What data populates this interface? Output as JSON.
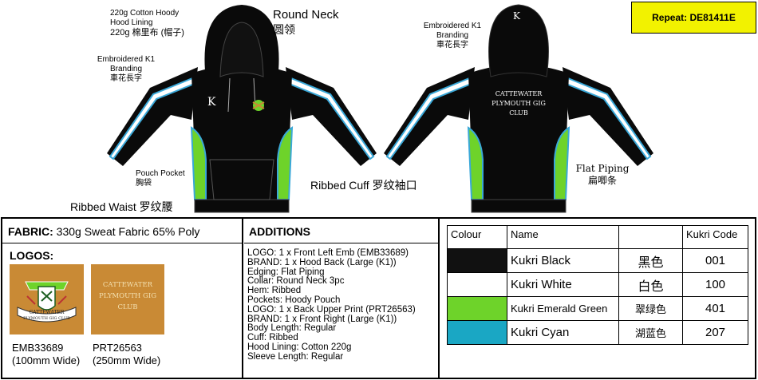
{
  "header": {
    "repeat_label": "Repeat: DE81411E"
  },
  "callouts": {
    "lining_en": "220g Cotton Hoody\nHood Lining",
    "lining_cn": "220g 棉里布 (帽子)",
    "neck_en": "Round Neck",
    "neck_cn": "圆领",
    "front_branding_en": "Embroidered K1\nBranding",
    "front_branding_cn": "車花長字",
    "back_branding_en": "Embroidered K1\nBranding",
    "back_branding_cn": "車花長字",
    "pouch_en": "Pouch Pocket",
    "pouch_cn": "胸袋",
    "waist_en": "Ribbed Waist",
    "waist_cn": "罗纹腰",
    "cuff_en": "Ribbed Cuff",
    "cuff_cn": "罗纹袖口",
    "piping_en": "Flat Piping",
    "piping_cn": "扁唧条",
    "back_print": "CATTEWATER\nPLYMOUTH GIG\nCLUB",
    "hood_mark": "K"
  },
  "fabric": {
    "label": "FABRIC:",
    "value": "330g Sweat Fabric 65% Poly"
  },
  "logos": {
    "title": "LOGOS:",
    "items": [
      {
        "code": "EMB33689",
        "size": "(100mm Wide)",
        "banner_text": "CATTEWATER\nPLYMOUTH GIG CLUB",
        "color": "#c98a35"
      },
      {
        "code": "PRT26563",
        "size": "(250mm Wide)",
        "print_text": "CATTEWATER\nPLYMOUTH GIG\nCLUB",
        "color": "#c98a35"
      }
    ]
  },
  "additions": {
    "title": "ADDITIONS",
    "lines": [
      "LOGO: 1 x Front Left Emb (EMB33689)",
      "BRAND: 1 x Hood Back (Large (K1))",
      "Edging: Flat Piping",
      "Collar: Round Neck 3pc",
      "Hem: Ribbed",
      "Pockets: Hoody Pouch",
      "LOGO: 1 x Back Upper Print (PRT26563)",
      "BRAND: 1 x Front Right (Large (K1))",
      "Body Length: Regular",
      "Cuff: Ribbed",
      "Hood Lining: Cotton 220g",
      "Sleeve Length: Regular"
    ]
  },
  "colours": {
    "headers": [
      "Colour",
      "Name",
      "",
      "Kukri Code"
    ],
    "rows": [
      {
        "swatch": "#111111",
        "name": "Kukri Black",
        "cn": "黑色",
        "code": "001"
      },
      {
        "swatch": "#ffffff",
        "name": "Kukri White",
        "cn": "白色",
        "code": "100"
      },
      {
        "swatch": "#6ed32a",
        "name": "Kukri Emerald Green",
        "cn": "翠绿色",
        "code": "401"
      },
      {
        "swatch": "#1aa7c4",
        "name": "Kukri Cyan",
        "cn": "湖蓝色",
        "code": "207"
      }
    ]
  },
  "garment_colors": {
    "body": "#0a0a0a",
    "green": "#6ed32a",
    "cyan": "#3aa8d8",
    "white": "#ffffff"
  }
}
